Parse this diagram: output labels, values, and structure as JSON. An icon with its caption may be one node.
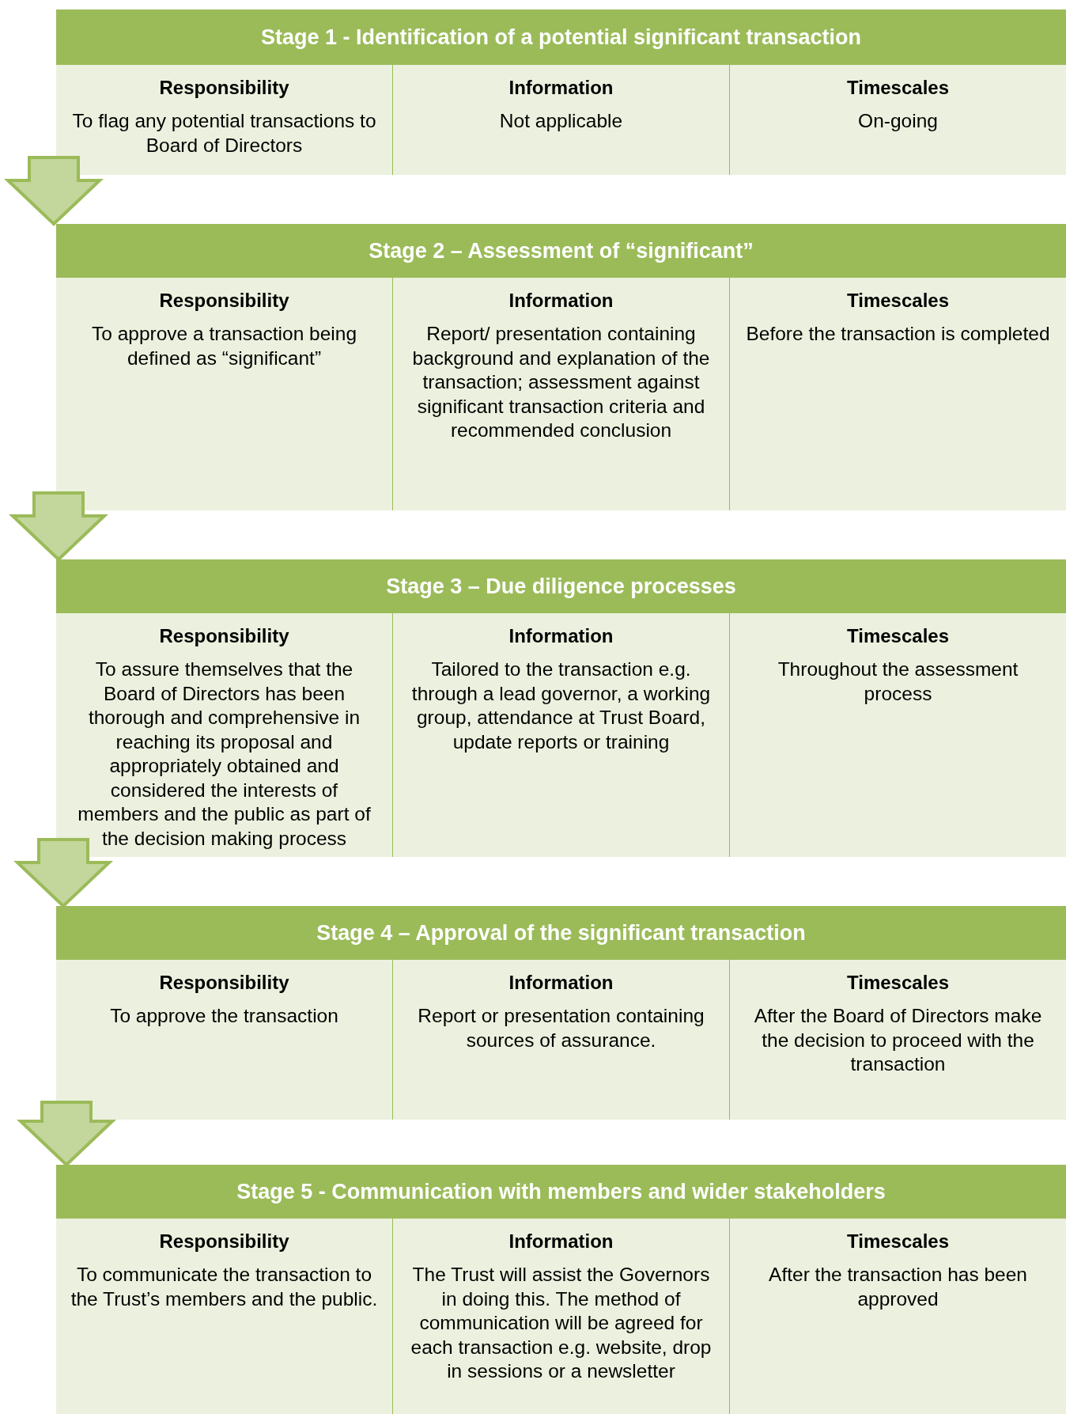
{
  "diagram": {
    "nodes": [
      {
        "text": [
          "Stage 1 - Identification of a potential significant transaction"
        ]
      },
      {
        "text": [
          "Responsibility",
          "To flag any potential transactions to Board of Directors"
        ],
        "in": 0
      },
      {
        "text": [
          "Information",
          "Not applicable"
        ],
        "in": 0
      },
      {
        "text": [
          "Timescales",
          "On-going"
        ],
        "in": 0
      },
      {
        "text": [
          "Stage 2 – Assessment of “significant”"
        ]
      },
      {
        "text": [
          "Responsibility",
          "To approve a transaction being defined as “significant”"
        ],
        "in": 4
      },
      {
        "text": [
          "Information",
          "Report/ presentation containing background and explanation of the transaction; assessment against significant transaction criteria and recommended conclusion"
        ],
        "in": 4
      },
      {
        "text": [
          "Timescales",
          "Before the transaction is completed"
        ],
        "in": 4
      },
      {
        "text": [
          "Stage 3 – Due diligence processes"
        ]
      },
      {
        "text": [
          "Responsibility",
          "To assure themselves that the Board of Directors has been thorough and comprehensive in reaching its proposal and appropriately obtained and considered the interests of members and the public as part of the decision making process"
        ],
        "in": 8
      },
      {
        "text": [
          "Information",
          "Tailored to the transaction e.g. through a lead governor,  a working group, attendance at Trust Board, update reports or training"
        ],
        "in": 8
      },
      {
        "text": [
          "Timescales",
          "Throughout the assessment process"
        ],
        "in": 8
      },
      {
        "text": [
          "Stage 4 – Approval of the significant transaction"
        ]
      },
      {
        "text": [
          "Responsibility",
          "To approve the transaction"
        ],
        "in": 12
      },
      {
        "text": [
          "Information",
          "Report or presentation containing sources of assurance."
        ],
        "in": 12
      },
      {
        "text": [
          "Timescales",
          "After the Board of Directors make the decision to proceed with the transaction"
        ],
        "in": 12
      },
      {
        "text": [
          "Stage 5 - Communication with members and wider stakeholders"
        ]
      },
      {
        "text": [
          "Responsibility",
          "To communicate the transaction to the Trust’s members and the public."
        ],
        "in": 16
      },
      {
        "text": [
          "Information",
          "The Trust will assist the Governors in doing this. The method of communication will be agreed for each transaction e.g. website, drop in sessions or a newsletter"
        ],
        "in": 16
      },
      {
        "text": [
          "Timescales",
          "After the transaction has been approved"
        ],
        "in": 16
      }
    ],
    "edges": [
      {
        "from": 0,
        "to": 4,
        "arrow": "to"
      },
      {
        "from": 4,
        "to": 8,
        "arrow": "to"
      },
      {
        "from": 8,
        "to": 12,
        "arrow": "to"
      },
      {
        "from": 12,
        "to": 16,
        "arrow": "to"
      }
    ]
  }
}
